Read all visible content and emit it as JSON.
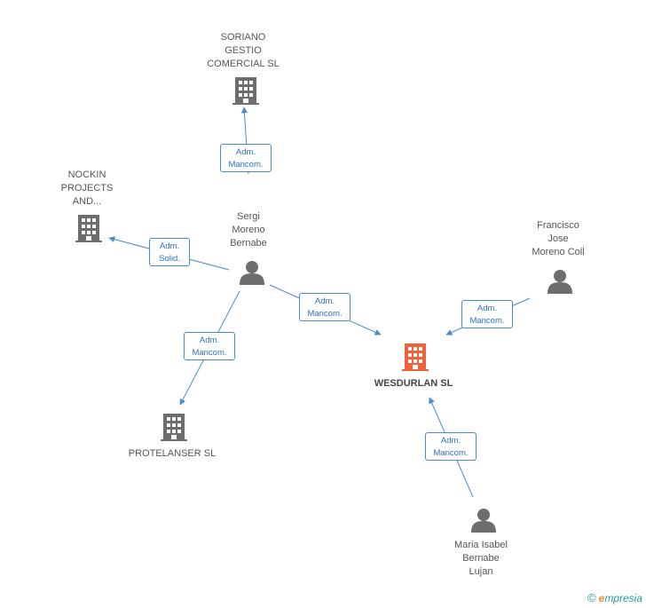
{
  "colors": {
    "edge": "#4a8ad4",
    "node_icon": "#6e6e6e",
    "target_icon": "#f0603a",
    "label_text": "#555555"
  },
  "nodes": {
    "soriano": {
      "label": "SORIANO\nGESTIO\nCOMERCIAL SL",
      "kind": "company"
    },
    "nockin": {
      "label": "NOCKIN\nPROJECTS\nAND...",
      "kind": "company"
    },
    "sergi": {
      "label": "Sergi\nMoreno\nBernabe",
      "kind": "person"
    },
    "francisco": {
      "label": "Francisco\nJose\nMoreno Coll",
      "kind": "person"
    },
    "wesdurlan": {
      "label": "WESDURLAN SL",
      "kind": "company-target"
    },
    "protelanser": {
      "label": "PROTELANSER SL",
      "kind": "company"
    },
    "maria": {
      "label": "Maria Isabel\nBernabe\nLujan",
      "kind": "person"
    }
  },
  "edges": [
    {
      "id": "sergi-soriano",
      "label": "Adm.\nMancom."
    },
    {
      "id": "sergi-nockin",
      "label": "Adm.\nSolid."
    },
    {
      "id": "sergi-wesdurlan",
      "label": "Adm.\nMancom."
    },
    {
      "id": "sergi-protelanser",
      "label": "Adm.\nMancom."
    },
    {
      "id": "francisco-wesdurlan",
      "label": "Adm.\nMancom."
    },
    {
      "id": "maria-wesdurlan",
      "label": "Adm.\nMancom."
    }
  ],
  "footer": {
    "copyright": "©",
    "brand_initial": "e",
    "brand_rest": "mpresia"
  }
}
